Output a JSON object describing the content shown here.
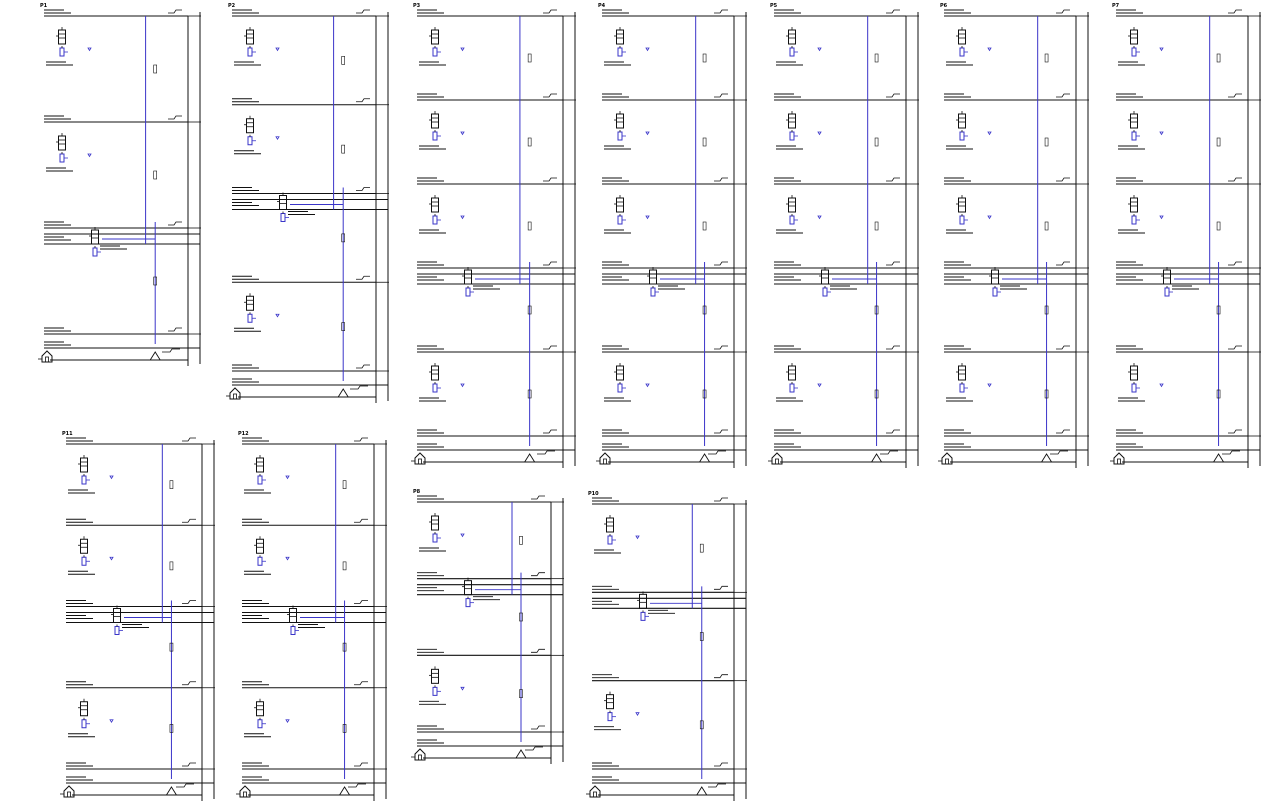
{
  "diagram": {
    "kind": "riser-schematic-sheet",
    "colors": {
      "line": "#111111",
      "pipe": "#3a35c9",
      "background": "#ffffff"
    },
    "icons": {
      "equipment": "heater-tank-icon",
      "valve": "valve-icon",
      "base": "building-entry-icon"
    },
    "panels": [
      {
        "id": "P1",
        "label": "P1",
        "floors": 3,
        "bus_floor": 2
      },
      {
        "id": "P2",
        "label": "P2",
        "floors": 4,
        "bus_floor": 2
      },
      {
        "id": "P3",
        "label": "P3",
        "floors": 5,
        "bus_floor": 3
      },
      {
        "id": "P4",
        "label": "P4",
        "floors": 5,
        "bus_floor": 3
      },
      {
        "id": "P5",
        "label": "P5",
        "floors": 5,
        "bus_floor": 3
      },
      {
        "id": "P6",
        "label": "P6",
        "floors": 5,
        "bus_floor": 3
      },
      {
        "id": "P7",
        "label": "P7",
        "floors": 5,
        "bus_floor": 3
      },
      {
        "id": "P11",
        "label": "P11",
        "floors": 4,
        "bus_floor": 2
      },
      {
        "id": "P12",
        "label": "P12",
        "floors": 4,
        "bus_floor": 2
      },
      {
        "id": "P8",
        "label": "P8",
        "floors": 3,
        "bus_floor": 1
      },
      {
        "id": "P10",
        "label": "P10",
        "floors": 3,
        "bus_floor": 1
      }
    ]
  }
}
